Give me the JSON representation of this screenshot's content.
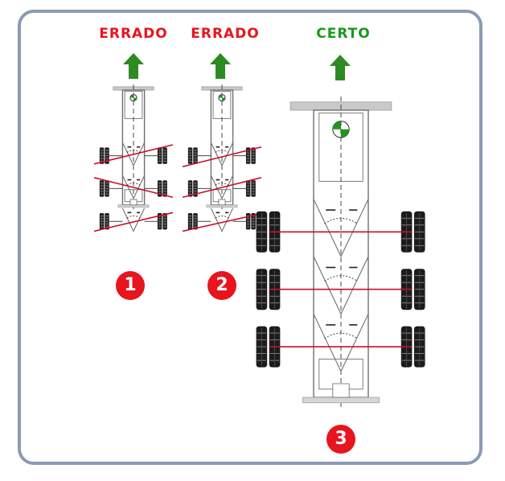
{
  "colors": {
    "wrong": "#e8141e",
    "right": "#1a9a1a",
    "arrow": "#2e8b22",
    "axle_line": "#c8102e",
    "badge": "#e8141e",
    "frame_border": "#8a9bb3",
    "chassis": "#6f6f6f",
    "tire": "#1c1c1c"
  },
  "panels": [
    {
      "label": "ERRADO",
      "status": "wrong",
      "number": "1"
    },
    {
      "label": "ERRADO",
      "status": "wrong",
      "number": "2"
    },
    {
      "label": "CERTO",
      "status": "right",
      "number": "3"
    }
  ]
}
